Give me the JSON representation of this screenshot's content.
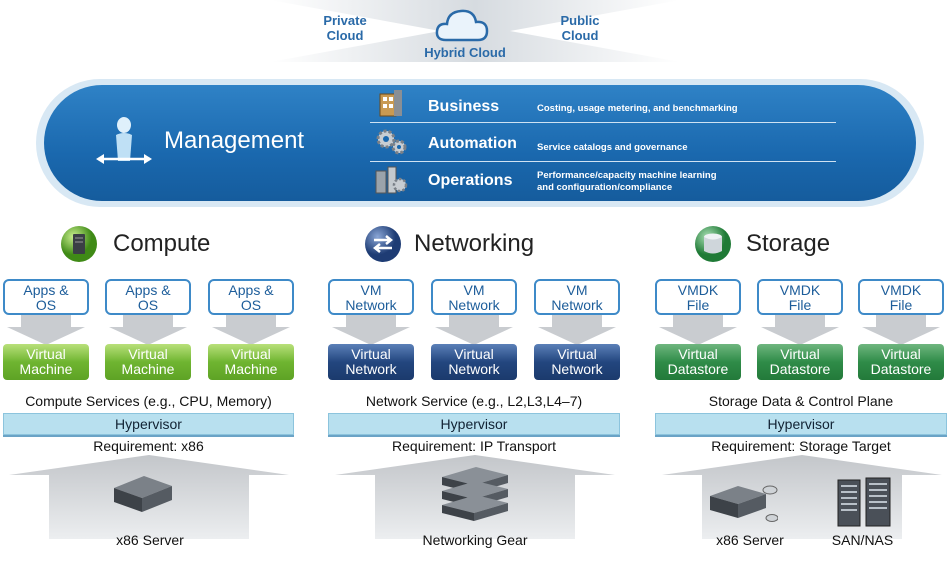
{
  "cloud": {
    "private": "Private\nCloud",
    "public": "Public\nCloud",
    "hybrid": "Hybrid Cloud"
  },
  "management": {
    "title": "Management",
    "rows": [
      {
        "title": "Business",
        "desc": "Costing, usage metering, and benchmarking",
        "icon": "business-icon"
      },
      {
        "title": "Automation",
        "desc": "Service catalogs and governance",
        "icon": "gears-icon"
      },
      {
        "title": "Operations",
        "desc": "Performance/capacity machine learning\nand configuration/compliance",
        "icon": "operations-icon"
      }
    ]
  },
  "columns": [
    {
      "title": "Compute",
      "icon": "server-sphere-icon",
      "boxes": [
        "Apps &\nOS",
        "Apps &\nOS",
        "Apps &\nOS"
      ],
      "virtual": [
        "Virtual\nMachine",
        "Virtual\nMachine",
        "Virtual\nMachine"
      ],
      "service": "Compute Services (e.g., CPU, Memory)",
      "hypervisor": "Hypervisor",
      "requirement": "Requirement: x86",
      "base_labels": [
        "x86 Server"
      ]
    },
    {
      "title": "Networking",
      "icon": "network-arrows-icon",
      "boxes": [
        "VM\nNetwork",
        "VM\nNetwork",
        "VM\nNetwork"
      ],
      "virtual": [
        "Virtual\nNetwork",
        "Virtual\nNetwork",
        "Virtual\nNetwork"
      ],
      "service": "Network Service (e.g., L2,L3,L4–7)",
      "hypervisor": "Hypervisor",
      "requirement": "Requirement: IP Transport",
      "base_labels": [
        "Networking Gear"
      ]
    },
    {
      "title": "Storage",
      "icon": "database-icon",
      "boxes": [
        "VMDK\nFile",
        "VMDK\nFile",
        "VMDK\nFile"
      ],
      "virtual": [
        "Virtual\nDatastore",
        "Virtual\nDatastore",
        "Virtual\nDatastore"
      ],
      "service": "Storage Data & Control Plane",
      "hypervisor": "Hypervisor",
      "requirement": "Requirement: Storage Target",
      "base_labels": [
        "x86 Server",
        "SAN/NAS"
      ]
    }
  ],
  "colors": {
    "management_blue": "#1a68ae",
    "compute_green": "#6fb531",
    "network_blue": "#23467f",
    "storage_green": "#2f8c48",
    "hypervisor_bg": "#b8e0ef"
  }
}
